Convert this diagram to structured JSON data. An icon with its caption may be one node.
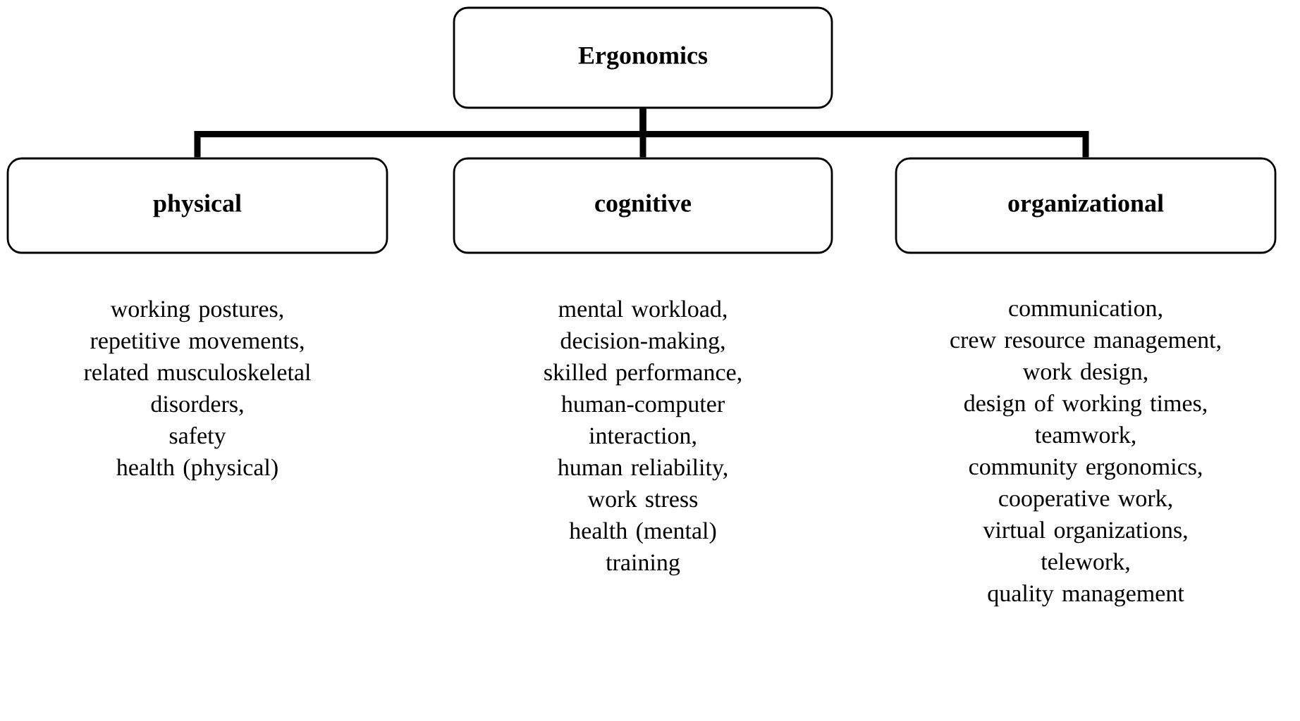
{
  "diagram": {
    "nodes": [
      {
        "text": [
          "Ergonomics"
        ]
      },
      {
        "text": [
          "physical"
        ],
        "beside": [
          "working postures,",
          "repetitive movements,",
          "related musculoskeletal disorders,",
          "safety",
          "health (physical)"
        ]
      },
      {
        "text": [
          "cognitive"
        ],
        "beside": [
          "mental workload,",
          "decision-making,",
          "skilled performance,",
          "human-computer interaction,",
          "human reliability,",
          "work stress",
          "health (mental)",
          "training"
        ]
      },
      {
        "text": [
          "organizational"
        ],
        "beside": [
          "communication,",
          "crew resource management,",
          "work design,",
          "design of working times,",
          "teamwork,",
          "community ergonomics,",
          "cooperative work,",
          "virtual organizations,",
          "telework,",
          "quality management"
        ]
      }
    ],
    "edges": [
      {
        "from": 0,
        "to": 1,
        "arrow": "none"
      },
      {
        "from": 0,
        "to": 2,
        "arrow": "none"
      },
      {
        "from": 0,
        "to": 3,
        "arrow": "none"
      }
    ]
  }
}
